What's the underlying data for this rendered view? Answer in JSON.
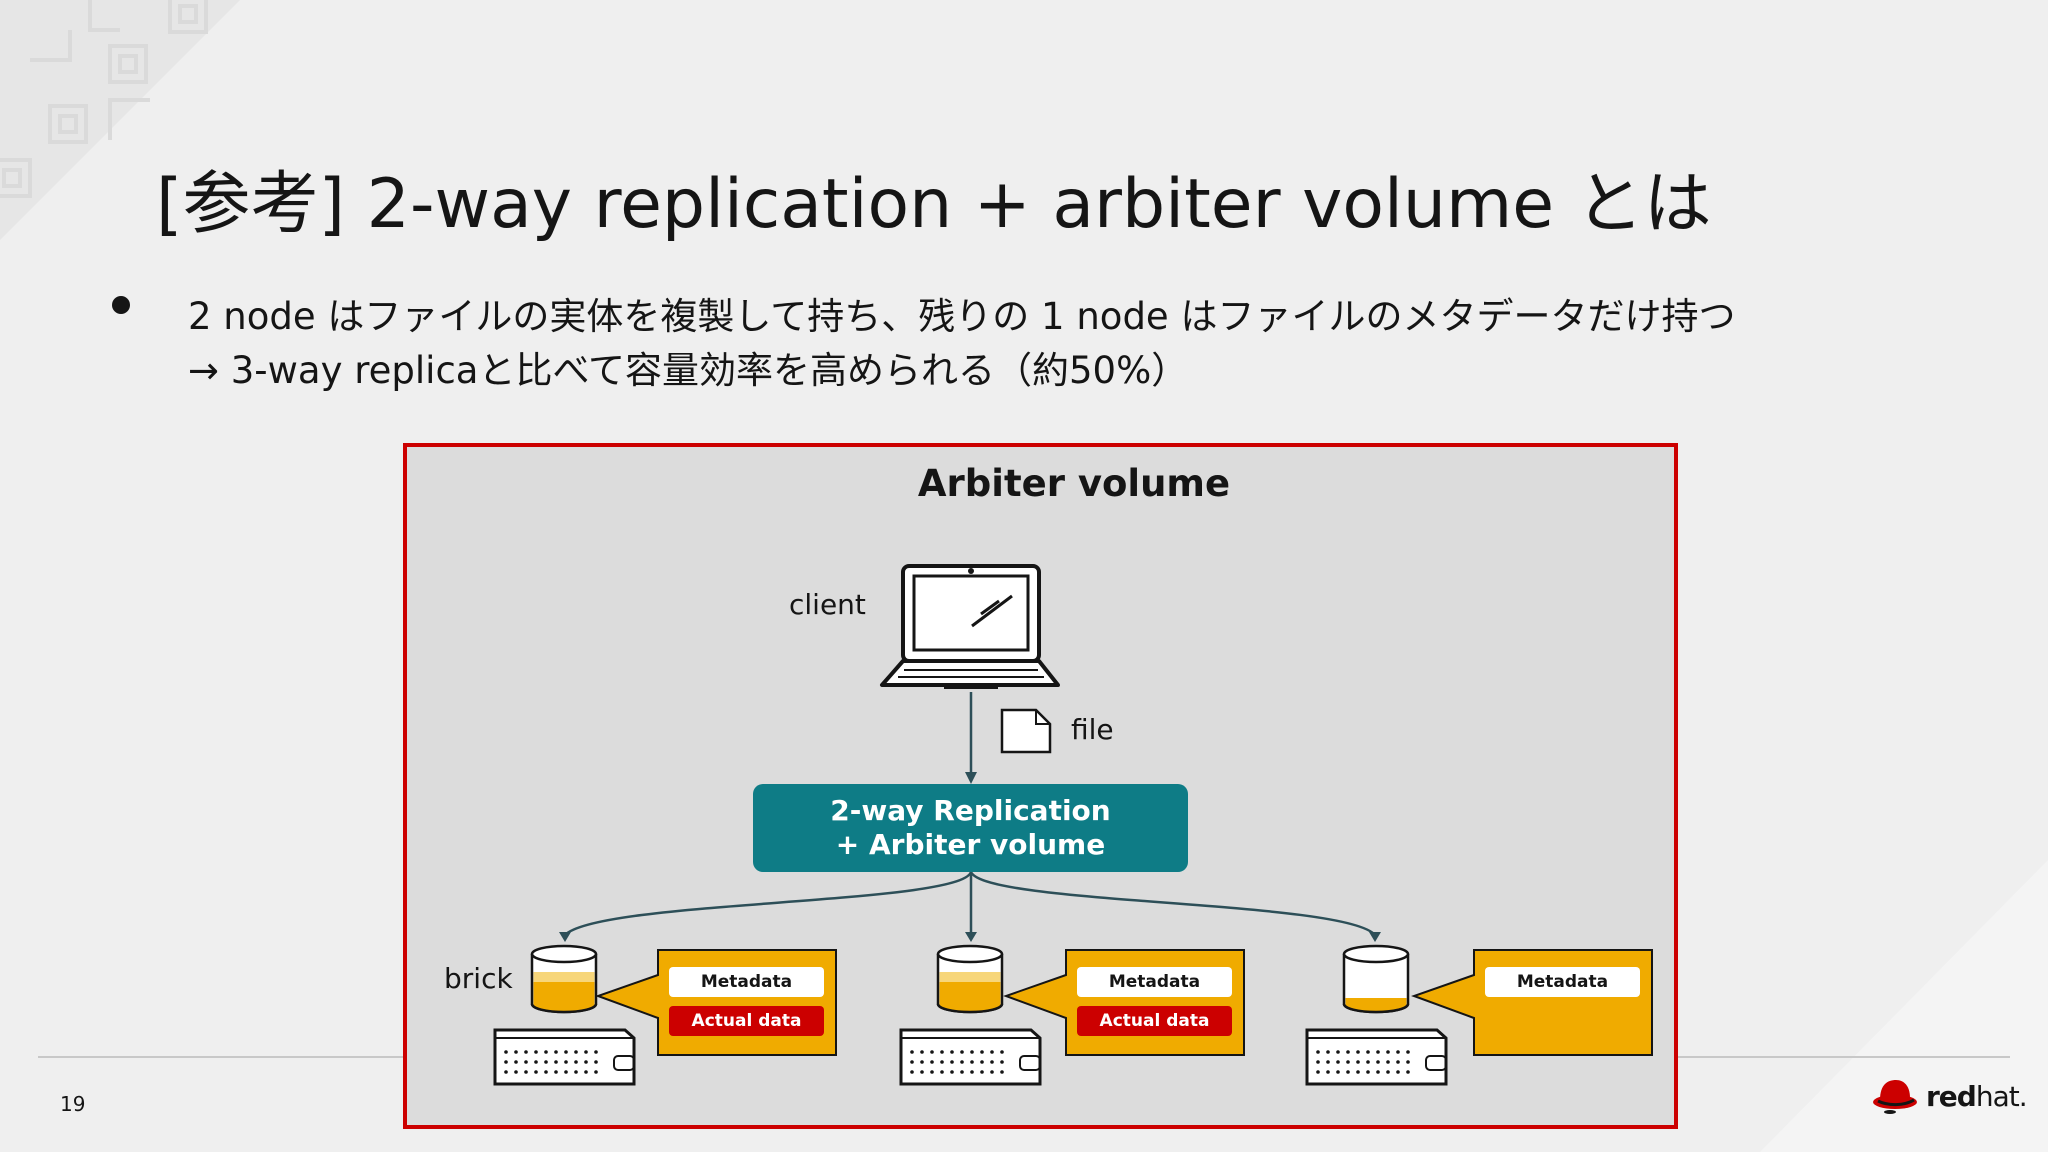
{
  "slide": {
    "title": "[参考] 2-way replication + arbiter volume とは",
    "bullet_line1": "2 node はファイルの実体を複製して持ち、残りの 1 node はファイルのメタデータだけ持つ",
    "bullet_line2": "→ 3-way replicaと比べて容量効率を高められる（約50%）",
    "page_number": "19"
  },
  "diagram": {
    "title": "Arbiter volume",
    "client_label": "client",
    "file_label": "file",
    "replication_line1": "2-way Replication",
    "replication_line2": "+ Arbiter volume",
    "brick_label": "brick",
    "nodes": [
      {
        "metadata": "Metadata",
        "actual": "Actual data"
      },
      {
        "metadata": "Metadata",
        "actual": "Actual data"
      },
      {
        "metadata": "Metadata"
      }
    ]
  },
  "logo": {
    "brand_bold": "red",
    "brand_light": "hat."
  },
  "colors": {
    "accent_red": "#cc0000",
    "teal": "#0e7c86",
    "gold": "#f0ab00"
  }
}
